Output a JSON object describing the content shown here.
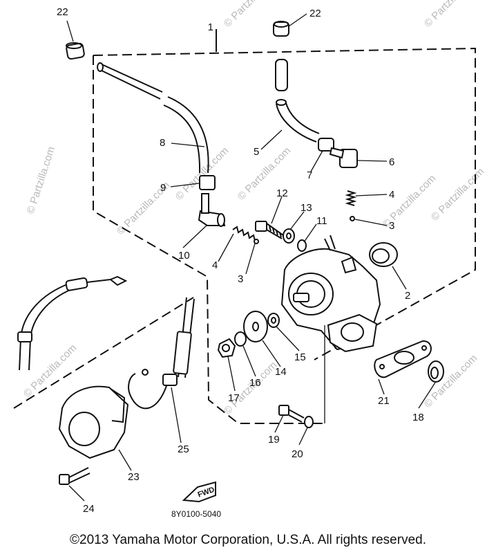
{
  "diagram": {
    "catalog_code": "8Y0100-5040",
    "fwd_marker": "FWD",
    "group_marker": "1",
    "watermark": "© Partzilla.com",
    "copyright": "©2013 Yamaha Motor Corporation, U.S.A. All rights reserved.",
    "callouts": [
      {
        "id": "22a",
        "label": "22"
      },
      {
        "id": "22b",
        "label": "22"
      },
      {
        "id": "8",
        "label": "8"
      },
      {
        "id": "9",
        "label": "9"
      },
      {
        "id": "10",
        "label": "10"
      },
      {
        "id": "5",
        "label": "5"
      },
      {
        "id": "7",
        "label": "7"
      },
      {
        "id": "6",
        "label": "6"
      },
      {
        "id": "4a",
        "label": "4"
      },
      {
        "id": "3a",
        "label": "3"
      },
      {
        "id": "12",
        "label": "12"
      },
      {
        "id": "13",
        "label": "13"
      },
      {
        "id": "11",
        "label": "11"
      },
      {
        "id": "4b",
        "label": "4"
      },
      {
        "id": "3b",
        "label": "3"
      },
      {
        "id": "2",
        "label": "2"
      },
      {
        "id": "15",
        "label": "15"
      },
      {
        "id": "14",
        "label": "14"
      },
      {
        "id": "16",
        "label": "16"
      },
      {
        "id": "17",
        "label": "17"
      },
      {
        "id": "21",
        "label": "21"
      },
      {
        "id": "18",
        "label": "18"
      },
      {
        "id": "19",
        "label": "19"
      },
      {
        "id": "20",
        "label": "20"
      },
      {
        "id": "25",
        "label": "25"
      },
      {
        "id": "23",
        "label": "23"
      },
      {
        "id": "24",
        "label": "24"
      }
    ]
  }
}
